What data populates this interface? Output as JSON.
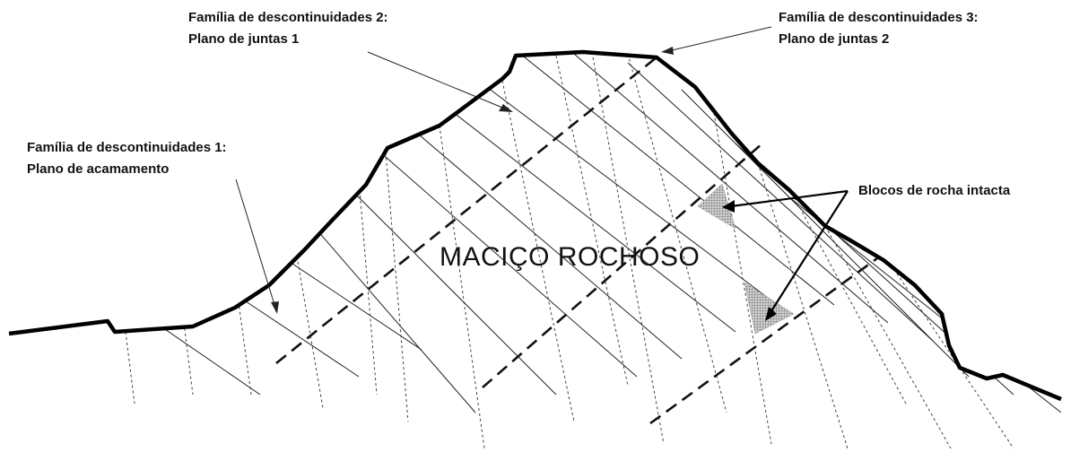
{
  "labels": {
    "family2_line1": "Família de descontinuidades 2:",
    "family2_line2": "Plano de juntas 1",
    "family3_line1": "Família de descontinuidades 3:",
    "family3_line2": "Plano de juntas 2",
    "family1_line1": "Família de descontinuidades 1:",
    "family1_line2": "Plano de acamamento",
    "blocks": "Blocos de rocha intacta",
    "massif": "MACIÇO ROCHOSO"
  },
  "colors": {
    "ink": "#111111",
    "block_fill": "#b8b8b8"
  }
}
